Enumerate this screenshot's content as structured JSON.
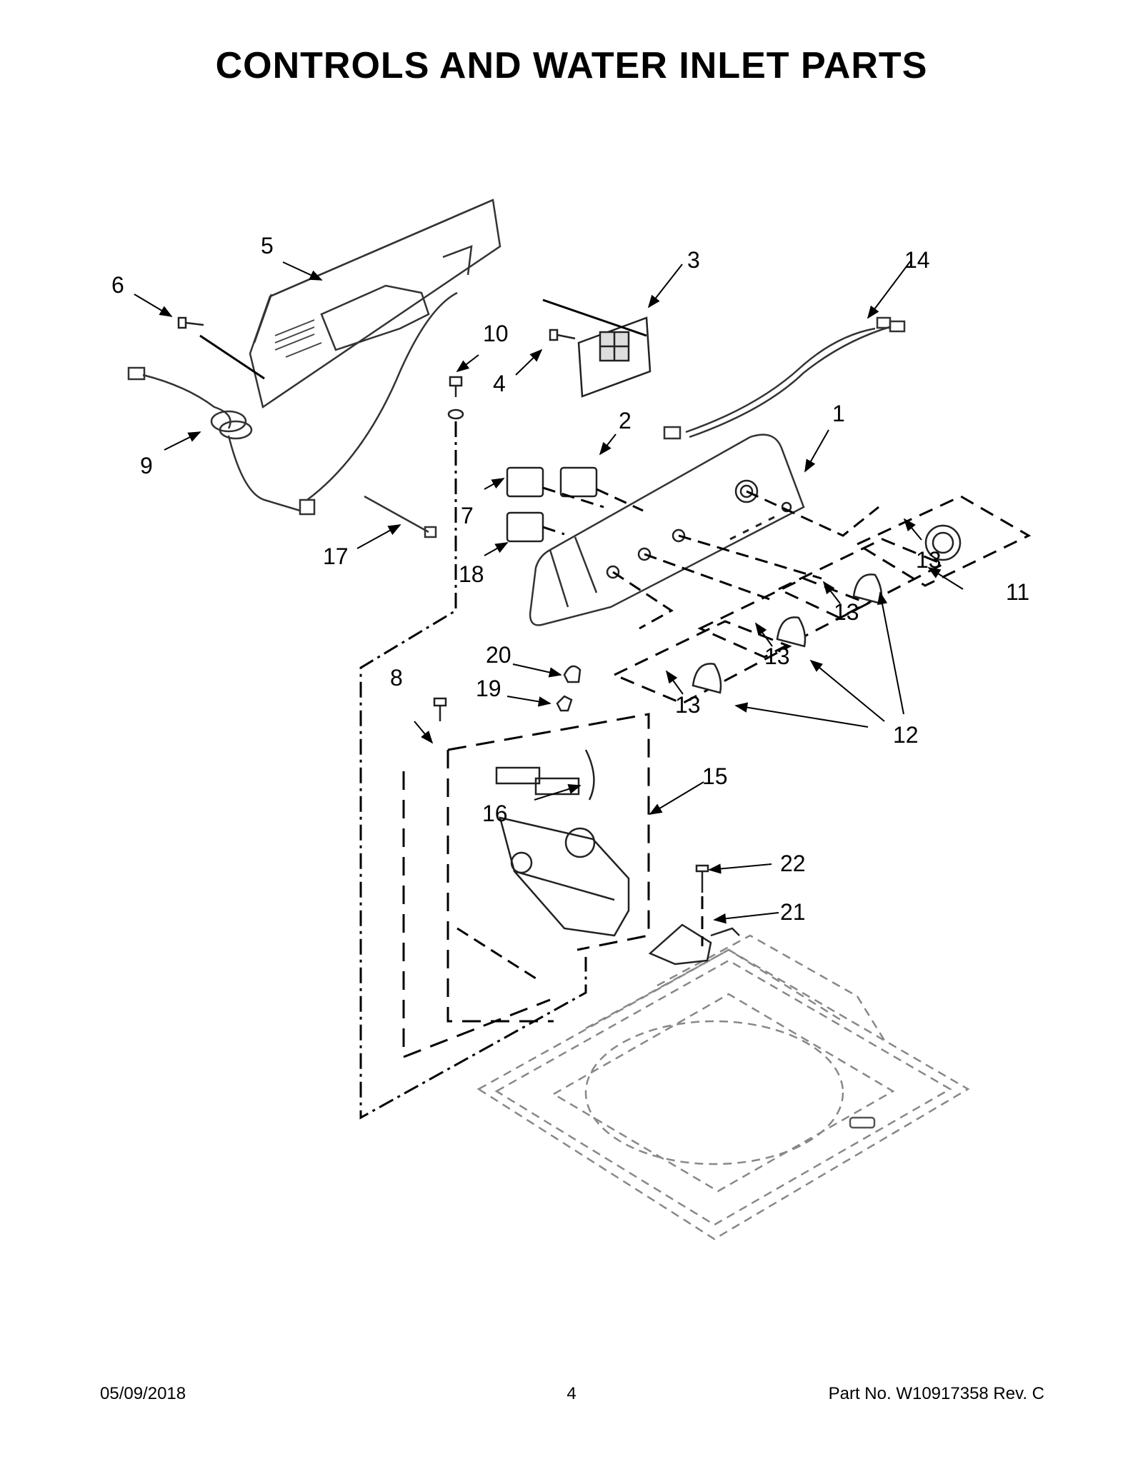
{
  "title": "CONTROLS AND WATER INLET PARTS",
  "callouts": {
    "p1": "1",
    "p2": "2",
    "p3": "3",
    "p4": "4",
    "p5": "5",
    "p6": "6",
    "p7": "7",
    "p8": "8",
    "p9": "9",
    "p10": "10",
    "p11": "11",
    "p12": "12",
    "p13a": "13",
    "p13b": "13",
    "p13c": "13",
    "p13d": "13",
    "p14": "14",
    "p15": "15",
    "p16": "16",
    "p17": "17",
    "p18": "18",
    "p19": "19",
    "p20": "20",
    "p21": "21",
    "p22": "22"
  },
  "footer": {
    "date": "05/09/2018",
    "page_number": "4",
    "part_number": "Part No.  W10917358  Rev.  C"
  }
}
